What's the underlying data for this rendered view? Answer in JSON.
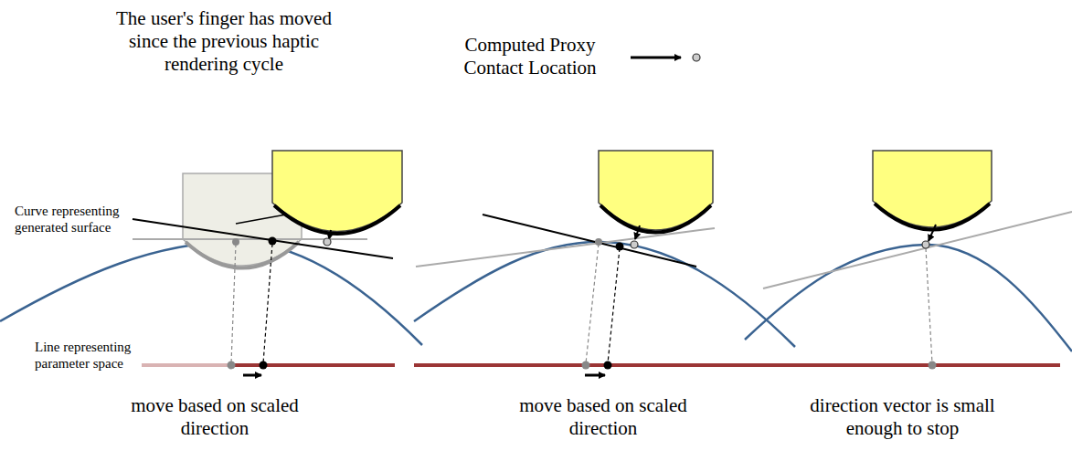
{
  "diagram": {
    "labels": [
      "The user's finger has moved since the previous haptic rendering cycle",
      "Computed Proxy Contact Location",
      "Curve representing generated surface",
      "Line representing parameter space",
      "move based on scaled direction",
      "move based on scaled direction",
      "direction vector is small enough to stop"
    ]
  }
}
